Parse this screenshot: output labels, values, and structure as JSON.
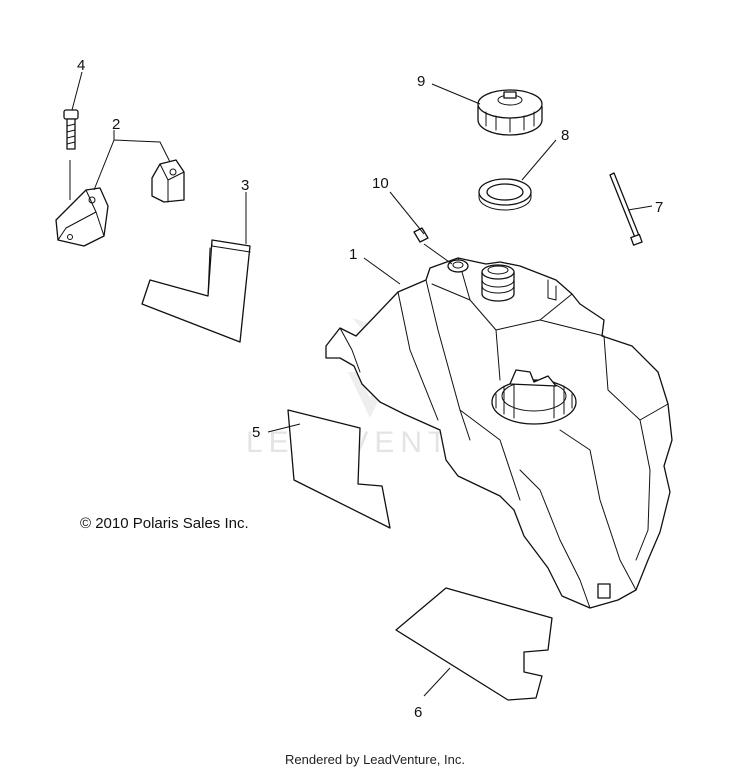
{
  "callouts": {
    "c1": "1",
    "c2": "2",
    "c3": "3",
    "c4": "4",
    "c5": "5",
    "c6": "6",
    "c7": "7",
    "c8": "8",
    "c9": "9",
    "c10": "10"
  },
  "copyright": "© 2010 Polaris Sales Inc.",
  "watermark": "LEADVENTURE",
  "footer": "Rendered by LeadVenture, Inc."
}
